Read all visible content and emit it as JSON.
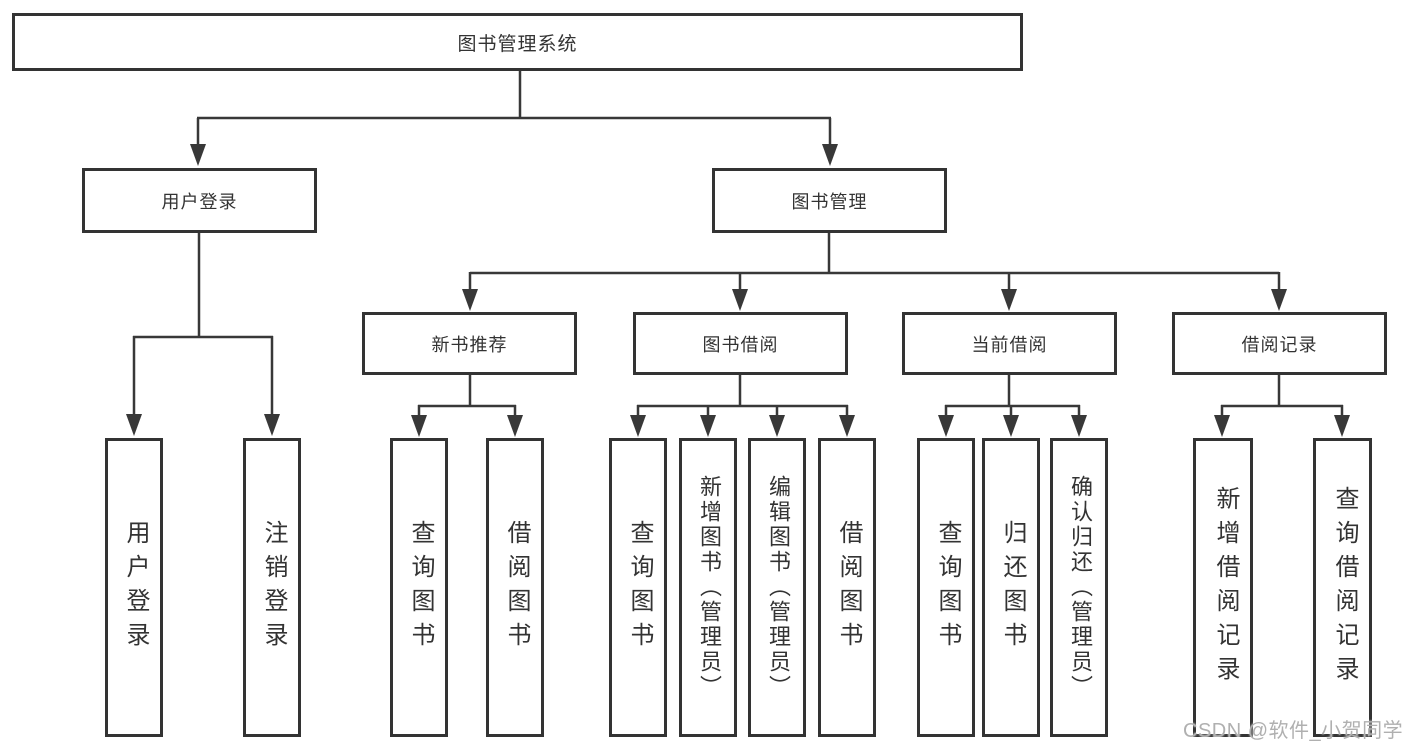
{
  "tree": {
    "root": "图书管理系统",
    "branches": [
      {
        "label": "用户登录",
        "children": [
          "用户登录",
          "注销登录"
        ]
      },
      {
        "label": "图书管理",
        "sections": [
          {
            "label": "新书推荐",
            "children": [
              "查询图书",
              "借阅图书"
            ]
          },
          {
            "label": "图书借阅",
            "children": [
              "查询图书",
              "新增图书（管理员）",
              "编辑图书（管理员）",
              "借阅图书"
            ]
          },
          {
            "label": "当前借阅",
            "children": [
              "查询图书",
              "归还图书",
              "确认归还（管理员）"
            ]
          },
          {
            "label": "借阅记录",
            "children": [
              "新增借阅记录",
              "查询借阅记录"
            ]
          }
        ]
      }
    ]
  },
  "watermark": "CSDN @软件_小贺同学",
  "colors": {
    "line": "#383838",
    "box_border": "#333333",
    "text": "#333333",
    "watermark": "#b0b0b0",
    "background": "#ffffff"
  }
}
